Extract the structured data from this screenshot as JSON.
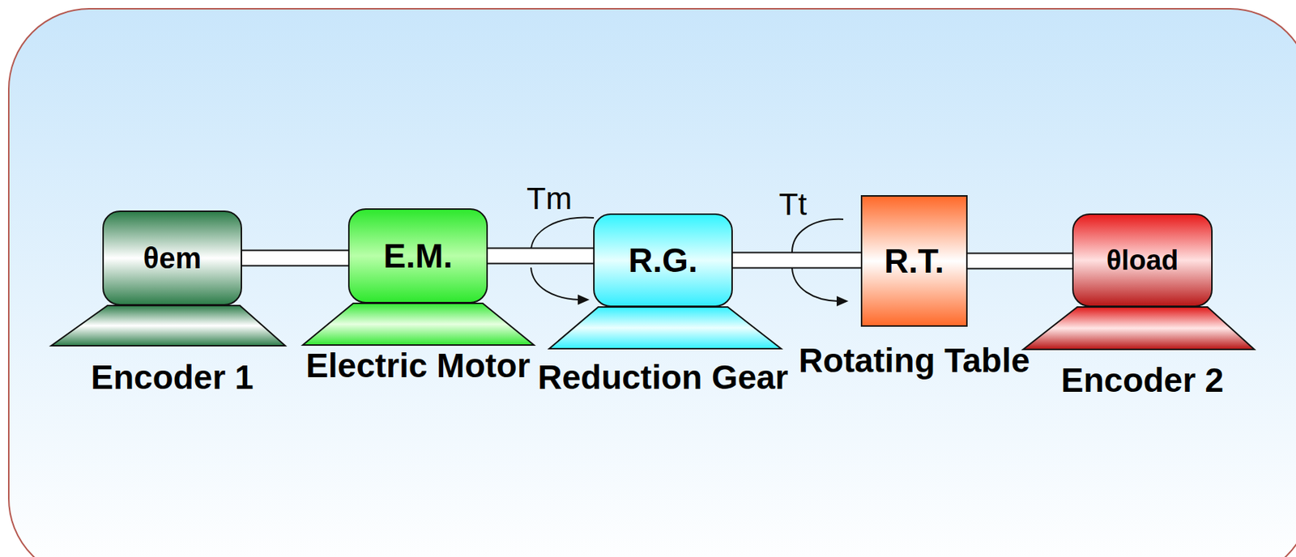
{
  "diagram": {
    "nodes": [
      {
        "text": [
          "θem",
          "Encoder 1"
        ]
      },
      {
        "text": [
          "E.M.",
          "Electric Motor"
        ]
      },
      {
        "text": [
          "R.G.",
          "Reduction Gear"
        ]
      },
      {
        "text": [
          "R.T.",
          "Rotating Table"
        ]
      },
      {
        "text": [
          "θload",
          "Encoder 2"
        ]
      }
    ],
    "edges": [
      {
        "from": 0,
        "to": 1,
        "arrow": "none"
      },
      {
        "from": 1,
        "to": 2,
        "arrow": "none"
      },
      {
        "from": 2,
        "to": 3,
        "arrow": "none"
      },
      {
        "from": 3,
        "to": 4,
        "arrow": "none"
      }
    ],
    "labels": [
      "Tm",
      "Tt"
    ]
  }
}
